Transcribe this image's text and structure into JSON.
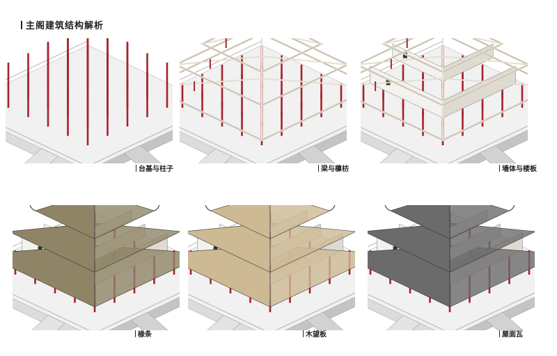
{
  "title": "主阁建筑结构解析",
  "stages": [
    {
      "label": "台基与柱子",
      "kind": "columns"
    },
    {
      "label": "梁与檩枋",
      "kind": "beams"
    },
    {
      "label": "墙体与楼板",
      "kind": "walls"
    },
    {
      "label": "椽条",
      "kind": "rafters"
    },
    {
      "label": "木望板",
      "kind": "boards"
    },
    {
      "label": "屋面瓦",
      "kind": "tiles"
    }
  ],
  "colors": {
    "column": "#a8212b",
    "beam": "#e6dfcf",
    "platform": "#f1f1f1",
    "rafters": "#8f8466",
    "boards": "#cdb993",
    "tiles": "#6b6b6b"
  }
}
